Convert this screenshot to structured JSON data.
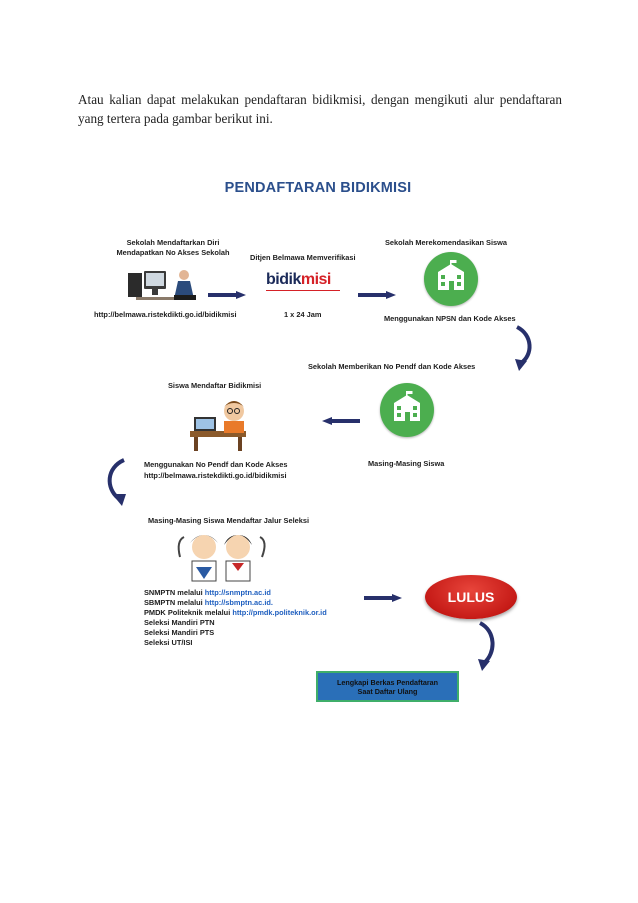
{
  "intro": {
    "text": "Atau kalian dapat melakukan pendaftaran bidikmisi, dengan mengikuti alur pendaftaran yang tertera pada gambar berikut ini."
  },
  "infographic": {
    "title": "PENDAFTARAN BIDIKMISI",
    "step1": {
      "line1": "Sekolah Mendaftarkan Diri",
      "line2": "Mendapatkan No Akses Sekolah",
      "url": "http://belmawa.ristekdikti.go.id/bidikmisi"
    },
    "step2": {
      "label": "Ditjen Belmawa Memverifikasi",
      "logo_part1": "bidik",
      "logo_part2": "misi",
      "duration": "1 x 24 Jam"
    },
    "step3": {
      "label": "Sekolah Merekomendasikan Siswa",
      "note": "Menggunakan NPSN dan Kode Akses"
    },
    "step4": {
      "label": "Sekolah Memberikan No Pendf dan Kode Akses",
      "note": "Masing-Masing Siswa"
    },
    "step5": {
      "label": "Siswa Mendaftar Bidikmisi",
      "note1": "Menggunakan No Pendf dan Kode Akses",
      "note2": "http://belmawa.ristekdikti.go.id/bidikmisi"
    },
    "step6": {
      "label": "Masing-Masing Siswa Mendaftar Jalur Seleksi",
      "snmptn_prefix": "SNMPTN melalui ",
      "snmptn_url": "http://snmptn.ac.id",
      "sbmptn_prefix": "SBMPTN melalui ",
      "sbmptn_url": "http://sbmptn.ac.id.",
      "pmdk_prefix": "PMDK Politeknik melalui ",
      "pmdk_url": "http://pmdk.politeknik.or.id",
      "line4": "Seleksi Mandiri PTN",
      "line5": "Seleksi Mandiri PTS",
      "line6": "Seleksi UT/ISI"
    },
    "lulus": "LULUS",
    "final": {
      "line1": "Lengkapi Berkas Pendaftaran",
      "line2": "Saat Daftar Ulang"
    }
  },
  "colors": {
    "title": "#2b4f8c",
    "arrow": "#27306b",
    "school_green": "#4cae4f",
    "lulus_red": "#c61b17",
    "link_blue": "#1f5fbf"
  },
  "icons": [
    "computer-user-icon",
    "school-icon",
    "student-desk-icon",
    "students-icon",
    "arrow-right-icon",
    "arrow-left-icon",
    "curved-arrow-icon"
  ]
}
